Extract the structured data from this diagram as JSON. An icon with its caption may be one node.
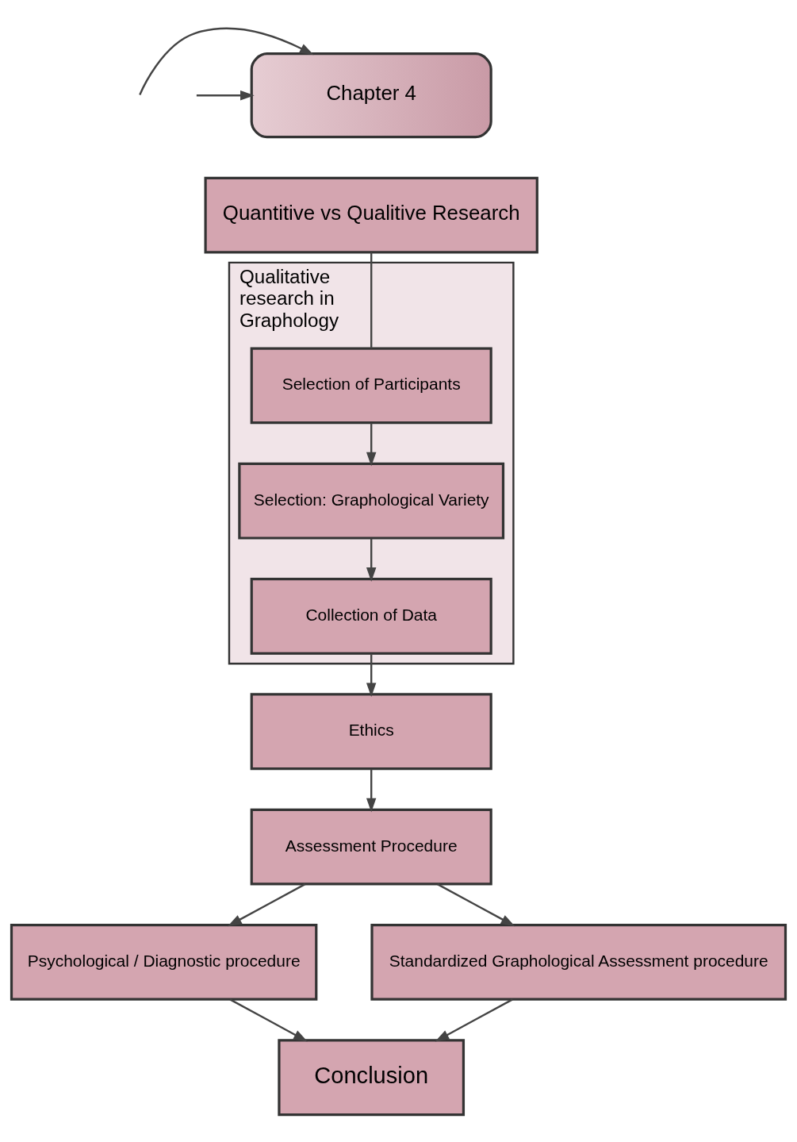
{
  "diagram": {
    "nodes": [
      {
        "text": [
          "Chapter 4"
        ]
      },
      {
        "text": [
          "Quantitive vs Qualitive Research"
        ]
      },
      {
        "text": [
          "Qualitative research in Graphology"
        ]
      },
      {
        "text": [
          "Selection of Participants"
        ],
        "in": 2
      },
      {
        "text": [
          "Selection: Graphological Variety"
        ],
        "in": 2
      },
      {
        "text": [
          "Collection of Data"
        ],
        "in": 2
      },
      {
        "text": [
          "Ethics"
        ]
      },
      {
        "text": [
          "Assessment Procedure"
        ]
      },
      {
        "text": [
          "Psychological / Diagnostic procedure"
        ]
      },
      {
        "text": [
          "Standardized Graphological Assessment procedure"
        ]
      },
      {
        "text": [
          "Conclusion"
        ]
      }
    ],
    "edges": [
      {
        "from": null,
        "to": 0,
        "arrow": "to"
      },
      {
        "from": null,
        "to": 0,
        "arrow": "to"
      },
      {
        "from": 1,
        "to": 3,
        "arrow": "none"
      },
      {
        "from": 3,
        "to": 4,
        "arrow": "to"
      },
      {
        "from": 4,
        "to": 5,
        "arrow": "to"
      },
      {
        "from": 5,
        "to": 6,
        "arrow": "to"
      },
      {
        "from": 6,
        "to": 7,
        "arrow": "to"
      },
      {
        "from": 7,
        "to": 8,
        "arrow": "to"
      },
      {
        "from": 7,
        "to": 9,
        "arrow": "to"
      },
      {
        "from": 8,
        "to": 10,
        "arrow": "to"
      },
      {
        "from": 9,
        "to": 10,
        "arrow": "to"
      }
    ]
  }
}
